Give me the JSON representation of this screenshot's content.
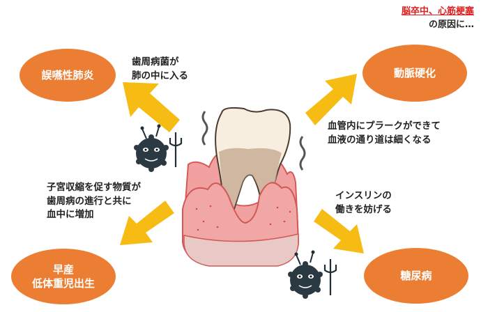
{
  "header": {
    "highlight": "脳卒中、心筋梗塞",
    "suffix": "の原因に…"
  },
  "bubbles": {
    "aspiration": "誤嚥性肺炎",
    "arteriosclerosis": "動脈硬化",
    "premature_line1": "早産",
    "premature_line2": "低体重児出生",
    "diabetes": "糖尿病"
  },
  "notes": {
    "aspiration_line1": "歯周病菌が",
    "aspiration_line2": "肺の中に入る",
    "artery_line1": "血管内にプラークができて",
    "artery_line2": "血液の通り道は細くなる",
    "uterus_line1": "子宮収縮を促す物質が",
    "uterus_line2": "歯周病の進行と共に",
    "uterus_line3": "血中に増加",
    "insulin_line1": "インスリンの",
    "insulin_line2": "働きを妨げる"
  },
  "colors": {
    "bubble": "#ec7e33",
    "arrow": "#f6bc14",
    "accent": "#e02020"
  },
  "icons": [
    "tooth-icon",
    "bacteria-icon",
    "trident-icon"
  ]
}
